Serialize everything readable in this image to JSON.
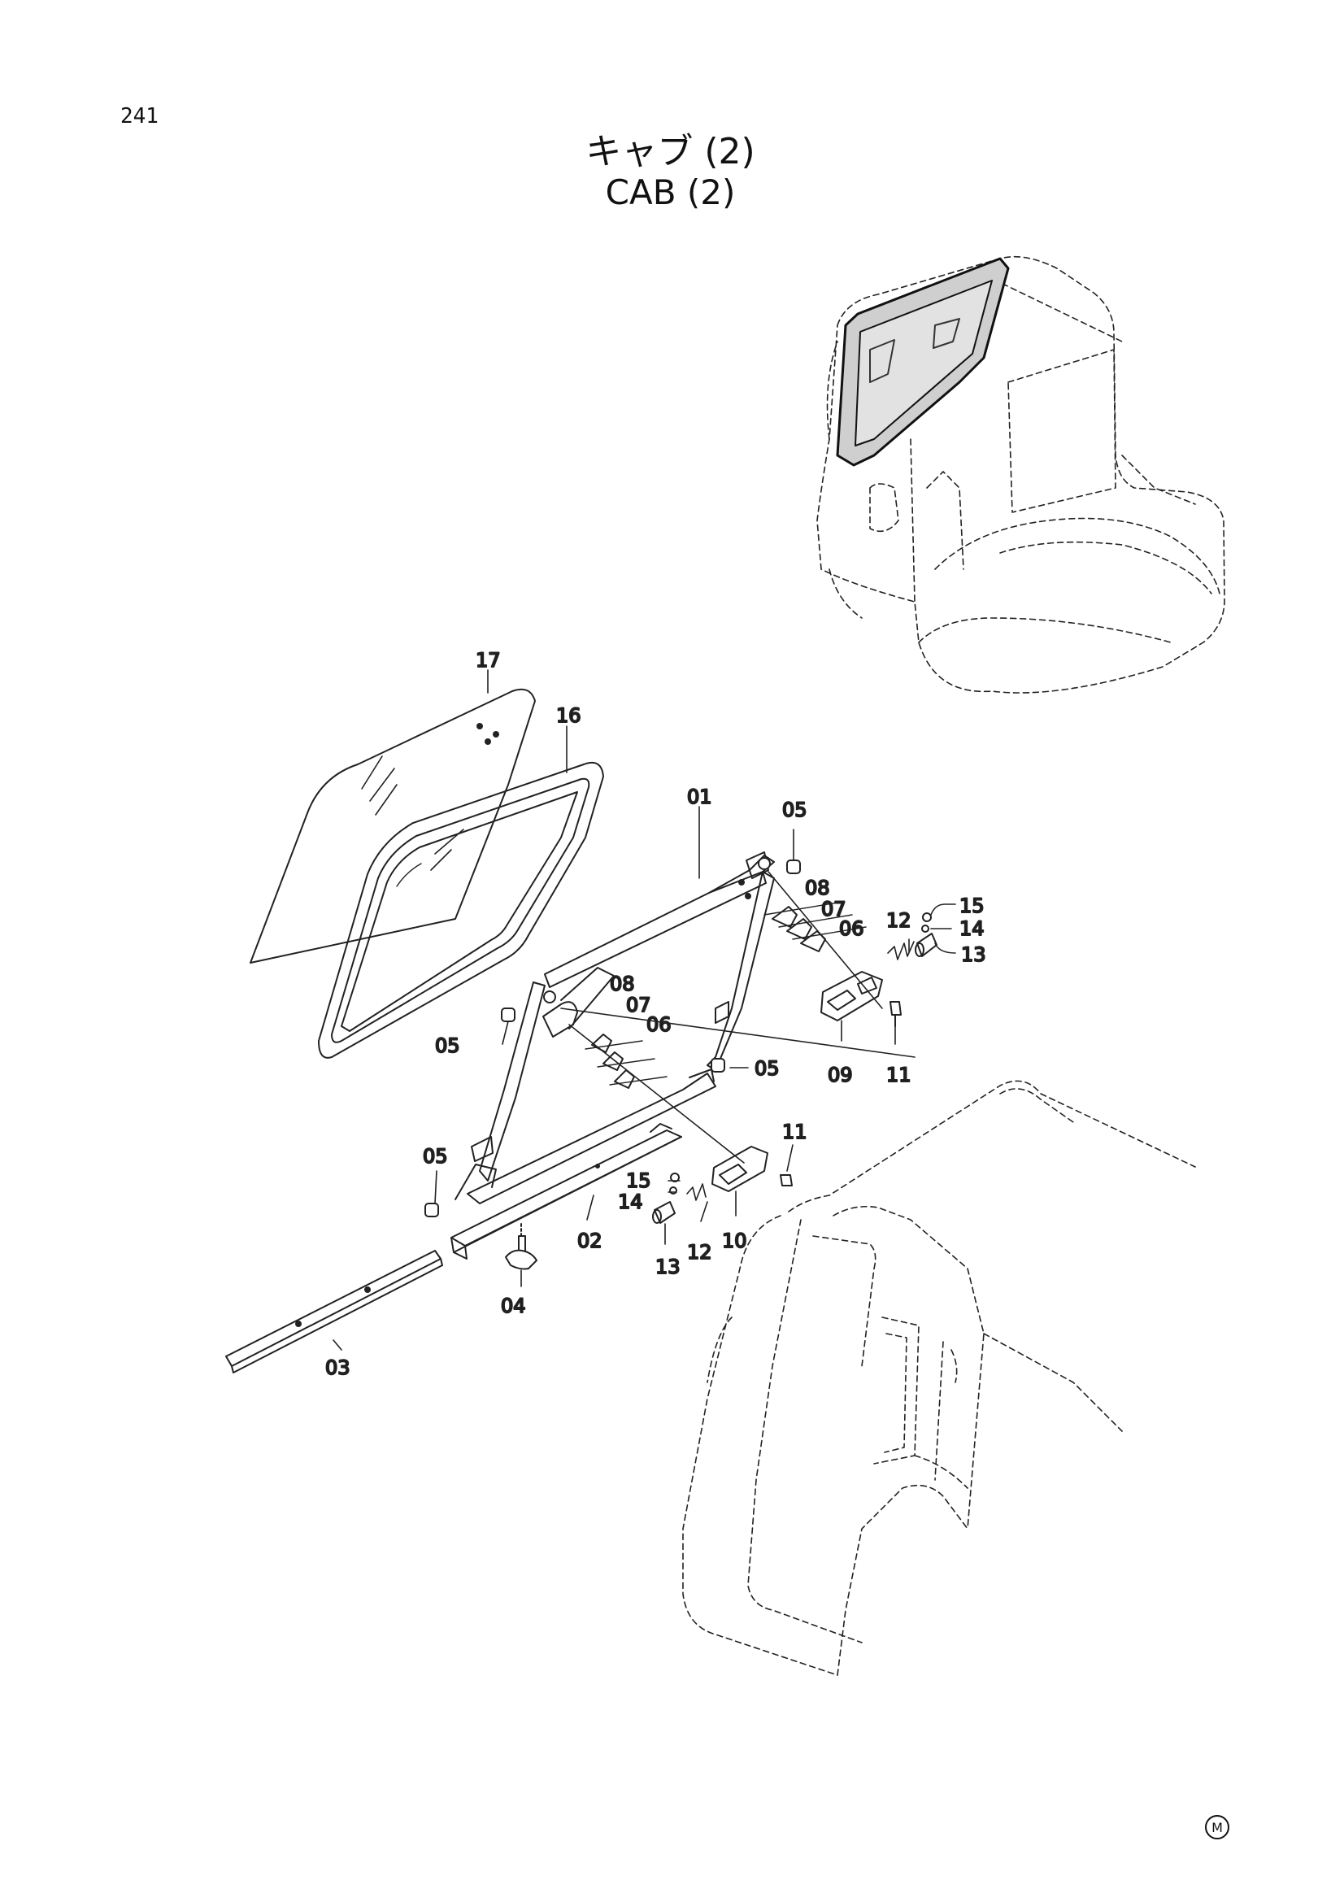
{
  "page": {
    "number": "241",
    "title_jp": "キャブ (2)",
    "title_en": "CAB (2)",
    "marker": "M"
  },
  "callouts": [
    {
      "id": "c17",
      "label": "17"
    },
    {
      "id": "c16",
      "label": "16"
    },
    {
      "id": "c01",
      "label": "01"
    },
    {
      "id": "c05a",
      "label": "05"
    },
    {
      "id": "c08a",
      "label": "08"
    },
    {
      "id": "c07a",
      "label": "07"
    },
    {
      "id": "c06a",
      "label": "06"
    },
    {
      "id": "c12a",
      "label": "12"
    },
    {
      "id": "c15a",
      "label": "15"
    },
    {
      "id": "c14a",
      "label": "14"
    },
    {
      "id": "c13a",
      "label": "13"
    },
    {
      "id": "c09",
      "label": "09"
    },
    {
      "id": "c11a",
      "label": "11"
    },
    {
      "id": "c05b",
      "label": "05"
    },
    {
      "id": "c08b",
      "label": "08"
    },
    {
      "id": "c07b",
      "label": "07"
    },
    {
      "id": "c06b",
      "label": "06"
    },
    {
      "id": "c05c",
      "label": "05"
    },
    {
      "id": "c05d",
      "label": "05"
    },
    {
      "id": "c11b",
      "label": "11"
    },
    {
      "id": "c15b",
      "label": "15"
    },
    {
      "id": "c14b",
      "label": "14"
    },
    {
      "id": "c12b",
      "label": "12"
    },
    {
      "id": "c10",
      "label": "10"
    },
    {
      "id": "c13b",
      "label": "13"
    },
    {
      "id": "c02",
      "label": "02"
    },
    {
      "id": "c04",
      "label": "04"
    },
    {
      "id": "c03",
      "label": "03"
    }
  ]
}
